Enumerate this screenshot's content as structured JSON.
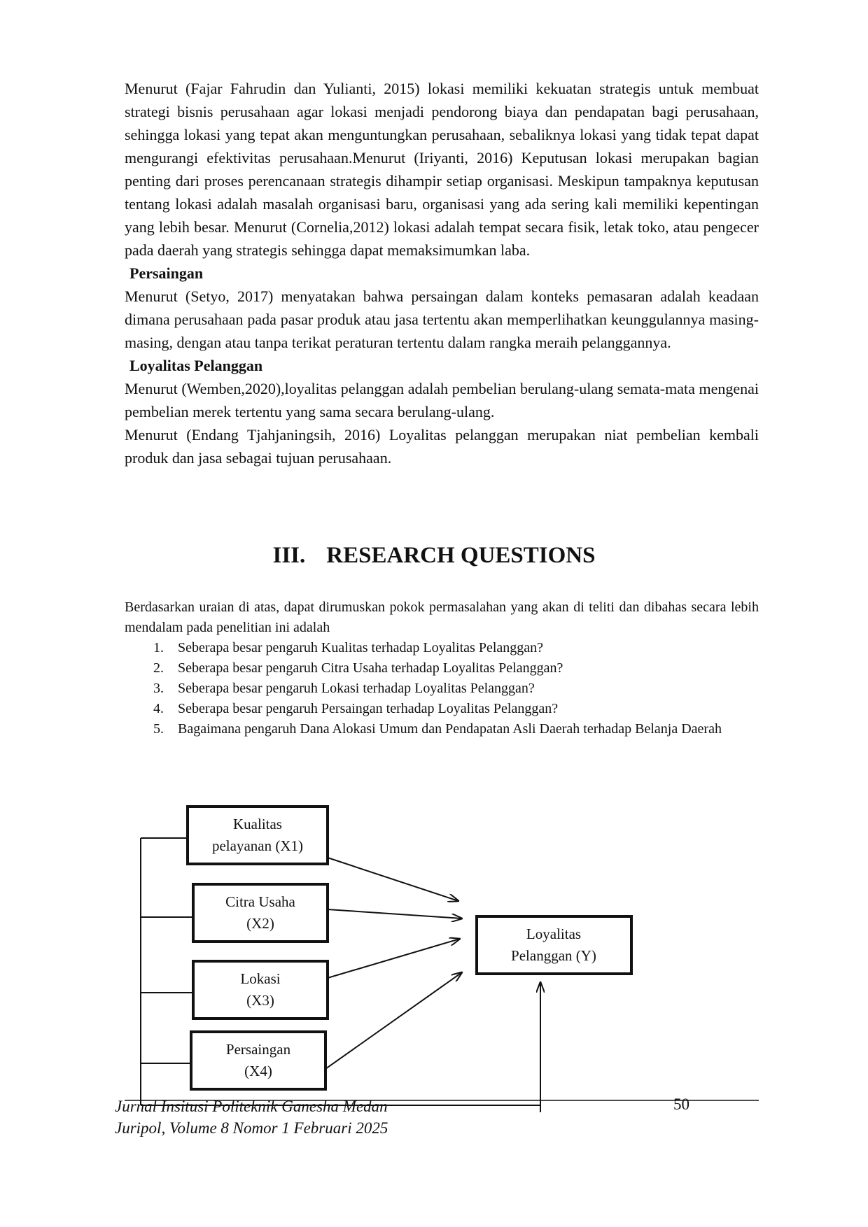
{
  "body_paragraphs": {
    "lokasi_para": "Menurut (Fajar Fahrudin dan Yulianti, 2015) lokasi memiliki kekuatan strategis untuk membuat strategi bisnis perusahaan agar lokasi menjadi pendorong biaya dan pendapatan bagi perusahaan, sehingga lokasi yang tepat akan menguntungkan perusahaan, sebaliknya lokasi yang tidak tepat dapat mengurangi efektivitas perusahaan.Menurut (Iriyanti, 2016) Keputusan lokasi merupakan bagian penting dari proses perencanaan strategis dihampir setiap organisasi. Meskipun tampaknya keputusan tentang lokasi adalah masalah organisasi baru, organisasi yang ada sering kali memiliki kepentingan yang lebih besar. Menurut (Cornelia,2012) lokasi adalah tempat secara fisik, letak toko, atau pengecer pada daerah yang strategis sehingga dapat memaksimumkan laba.",
    "persaingan_heading": "Persaingan",
    "persaingan_para": "Menurut (Setyo, 2017) menyatakan bahwa persaingan dalam konteks pemasaran adalah keadaan dimana perusahaan pada pasar produk atau jasa tertentu akan memperlihatkan keunggulannya masing-masing, dengan atau tanpa terikat peraturan tertentu dalam rangka meraih pelanggannya.",
    "loyalitas_heading": "Loyalitas Pelanggan",
    "loyalitas_para1": "Menurut (Wemben,2020),loyalitas pelanggan adalah pembelian berulang-ulang semata-mata mengenai pembelian merek tertentu yang sama secara berulang-ulang.",
    "loyalitas_para2": "Menurut (Endang Tjahjaningsih, 2016) Loyalitas pelanggan merupakan niat pembelian kembali produk dan jasa sebagai  tujuan perusahaan."
  },
  "section": {
    "number": "III.",
    "title": "RESEARCH QUESTIONS"
  },
  "research_questions": {
    "intro": "Berdasarkan uraian di atas, dapat dirumuskan pokok permasalahan yang akan di teliti dan dibahas secara lebih mendalam pada penelitian ini adalah",
    "items": [
      {
        "num": "1.",
        "text": "Seberapa besar pengaruh Kualitas terhadap Loyalitas Pelanggan?"
      },
      {
        "num": "2.",
        "text": "Seberapa besar pengaruh Citra Usaha terhadap Loyalitas Pelanggan?"
      },
      {
        "num": "3.",
        "text": "Seberapa besar pengaruh Lokasi terhadap Loyalitas Pelanggan?"
      },
      {
        "num": "4.",
        "text": "Seberapa besar pengaruh Persaingan terhadap Loyalitas Pelanggan?"
      },
      {
        "num": "5.",
        "text": "Bagaimana pengaruh Dana Alokasi Umum dan Pendapatan Asli Daerah terhadap Belanja Daerah"
      }
    ]
  },
  "diagram": {
    "x1_line1": "Kualitas",
    "x1_line2": "pelayanan (X1)",
    "x2_line1": "Citra Usaha",
    "x2_line2": "(X2)",
    "x3_line1": "Lokasi",
    "x3_line2": "(X3)",
    "x4_line1": "Persaingan",
    "x4_line2": "(X4)",
    "y_line1": "Loyalitas",
    "y_line2": "Pelanggan (Y)"
  },
  "footer": {
    "journal": "Jurnal Insitusi Politeknik Ganesha Medan",
    "volume": "Juripol, Volume 8  Nomor 1 Februari 2025",
    "page_number": "50"
  }
}
